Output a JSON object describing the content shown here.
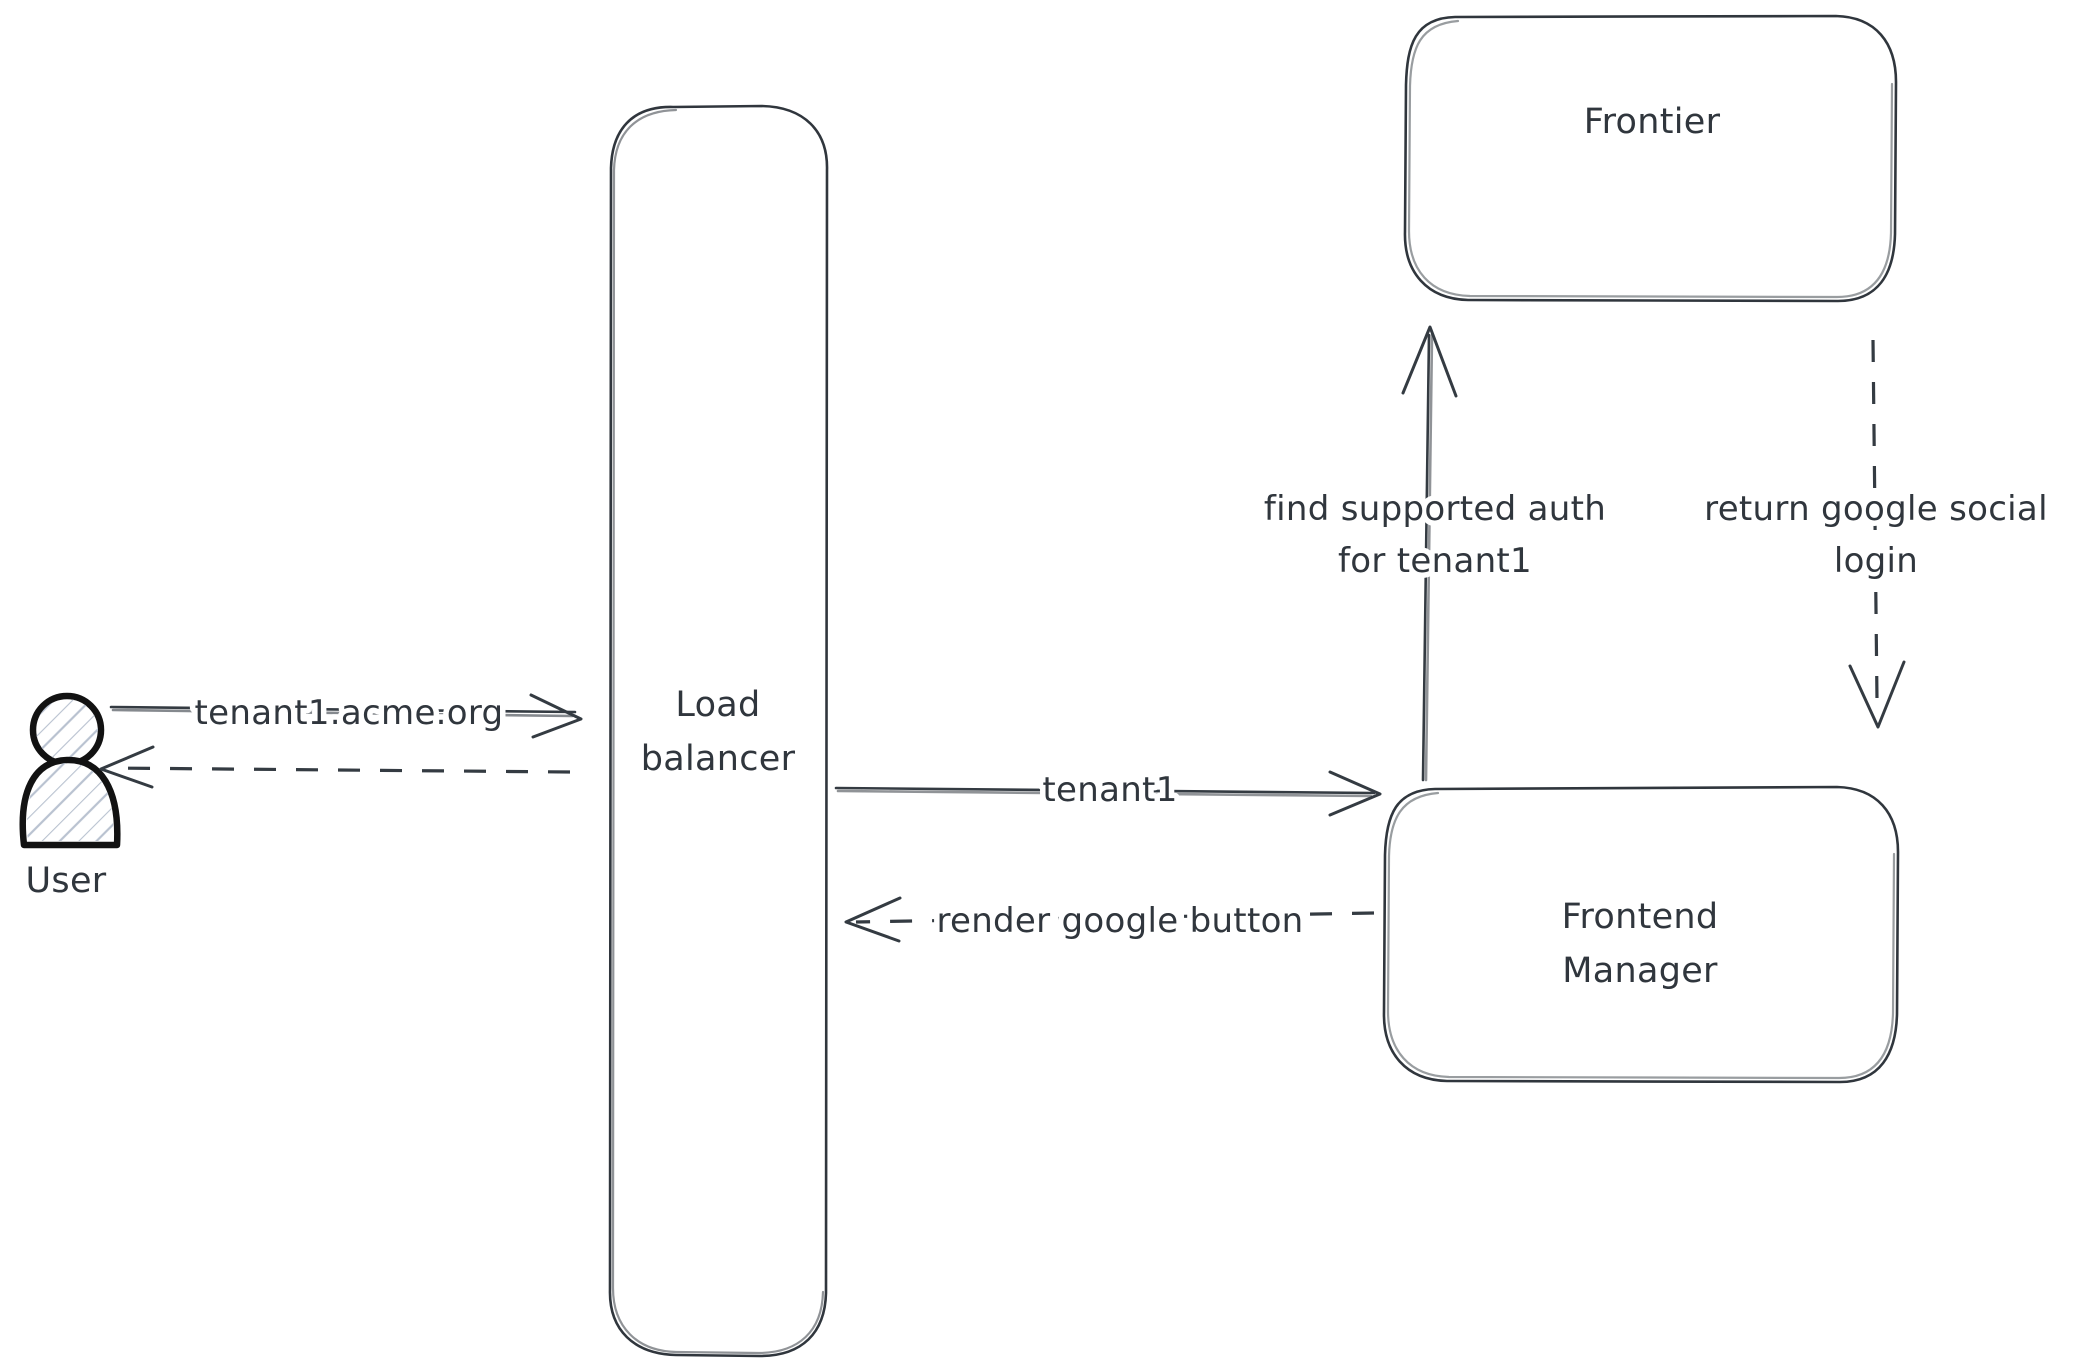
{
  "diagram": {
    "title": "Multi-tenant login resolution flow",
    "type": "architecture-sequence-diagram",
    "background_color": "#ffffff",
    "stroke_color": "#30363d",
    "actor_hatch_color": "#b9c2d0",
    "style": "hand-drawn sketch"
  },
  "nodes": {
    "user": {
      "label": "User",
      "shape": "actor",
      "icon": "user-actor-icon"
    },
    "load_balancer": {
      "label_line1": "Load",
      "label_line2": "balancer",
      "shape": "rounded-rectangle-tall"
    },
    "frontier": {
      "label": "Frontier",
      "shape": "rounded-rectangle"
    },
    "frontend_manager": {
      "label_line1": "Frontend",
      "label_line2": "Manager",
      "shape": "rounded-rectangle"
    }
  },
  "edges": [
    {
      "id": "user-to-lb",
      "label": "tenant1.acme.org",
      "from": "user",
      "to": "load_balancer",
      "style": "solid",
      "direction": "right"
    },
    {
      "id": "lb-to-user",
      "label": "",
      "from": "load_balancer",
      "to": "user",
      "style": "dashed",
      "direction": "left"
    },
    {
      "id": "lb-to-fm",
      "label": "tenant1",
      "from": "load_balancer",
      "to": "frontend_manager",
      "style": "solid",
      "direction": "right"
    },
    {
      "id": "fm-to-lb",
      "label": "render google button",
      "from": "frontend_manager",
      "to": "load_balancer",
      "style": "dashed",
      "direction": "left"
    },
    {
      "id": "fm-to-frontier",
      "label_line1": "find supported auth",
      "label_line2": "for tenant1",
      "from": "frontend_manager",
      "to": "frontier",
      "style": "solid",
      "direction": "up"
    },
    {
      "id": "frontier-to-fm",
      "label_line1": "return google social",
      "label_line2": "login",
      "from": "frontier",
      "to": "frontend_manager",
      "style": "dashed",
      "direction": "down"
    }
  ]
}
